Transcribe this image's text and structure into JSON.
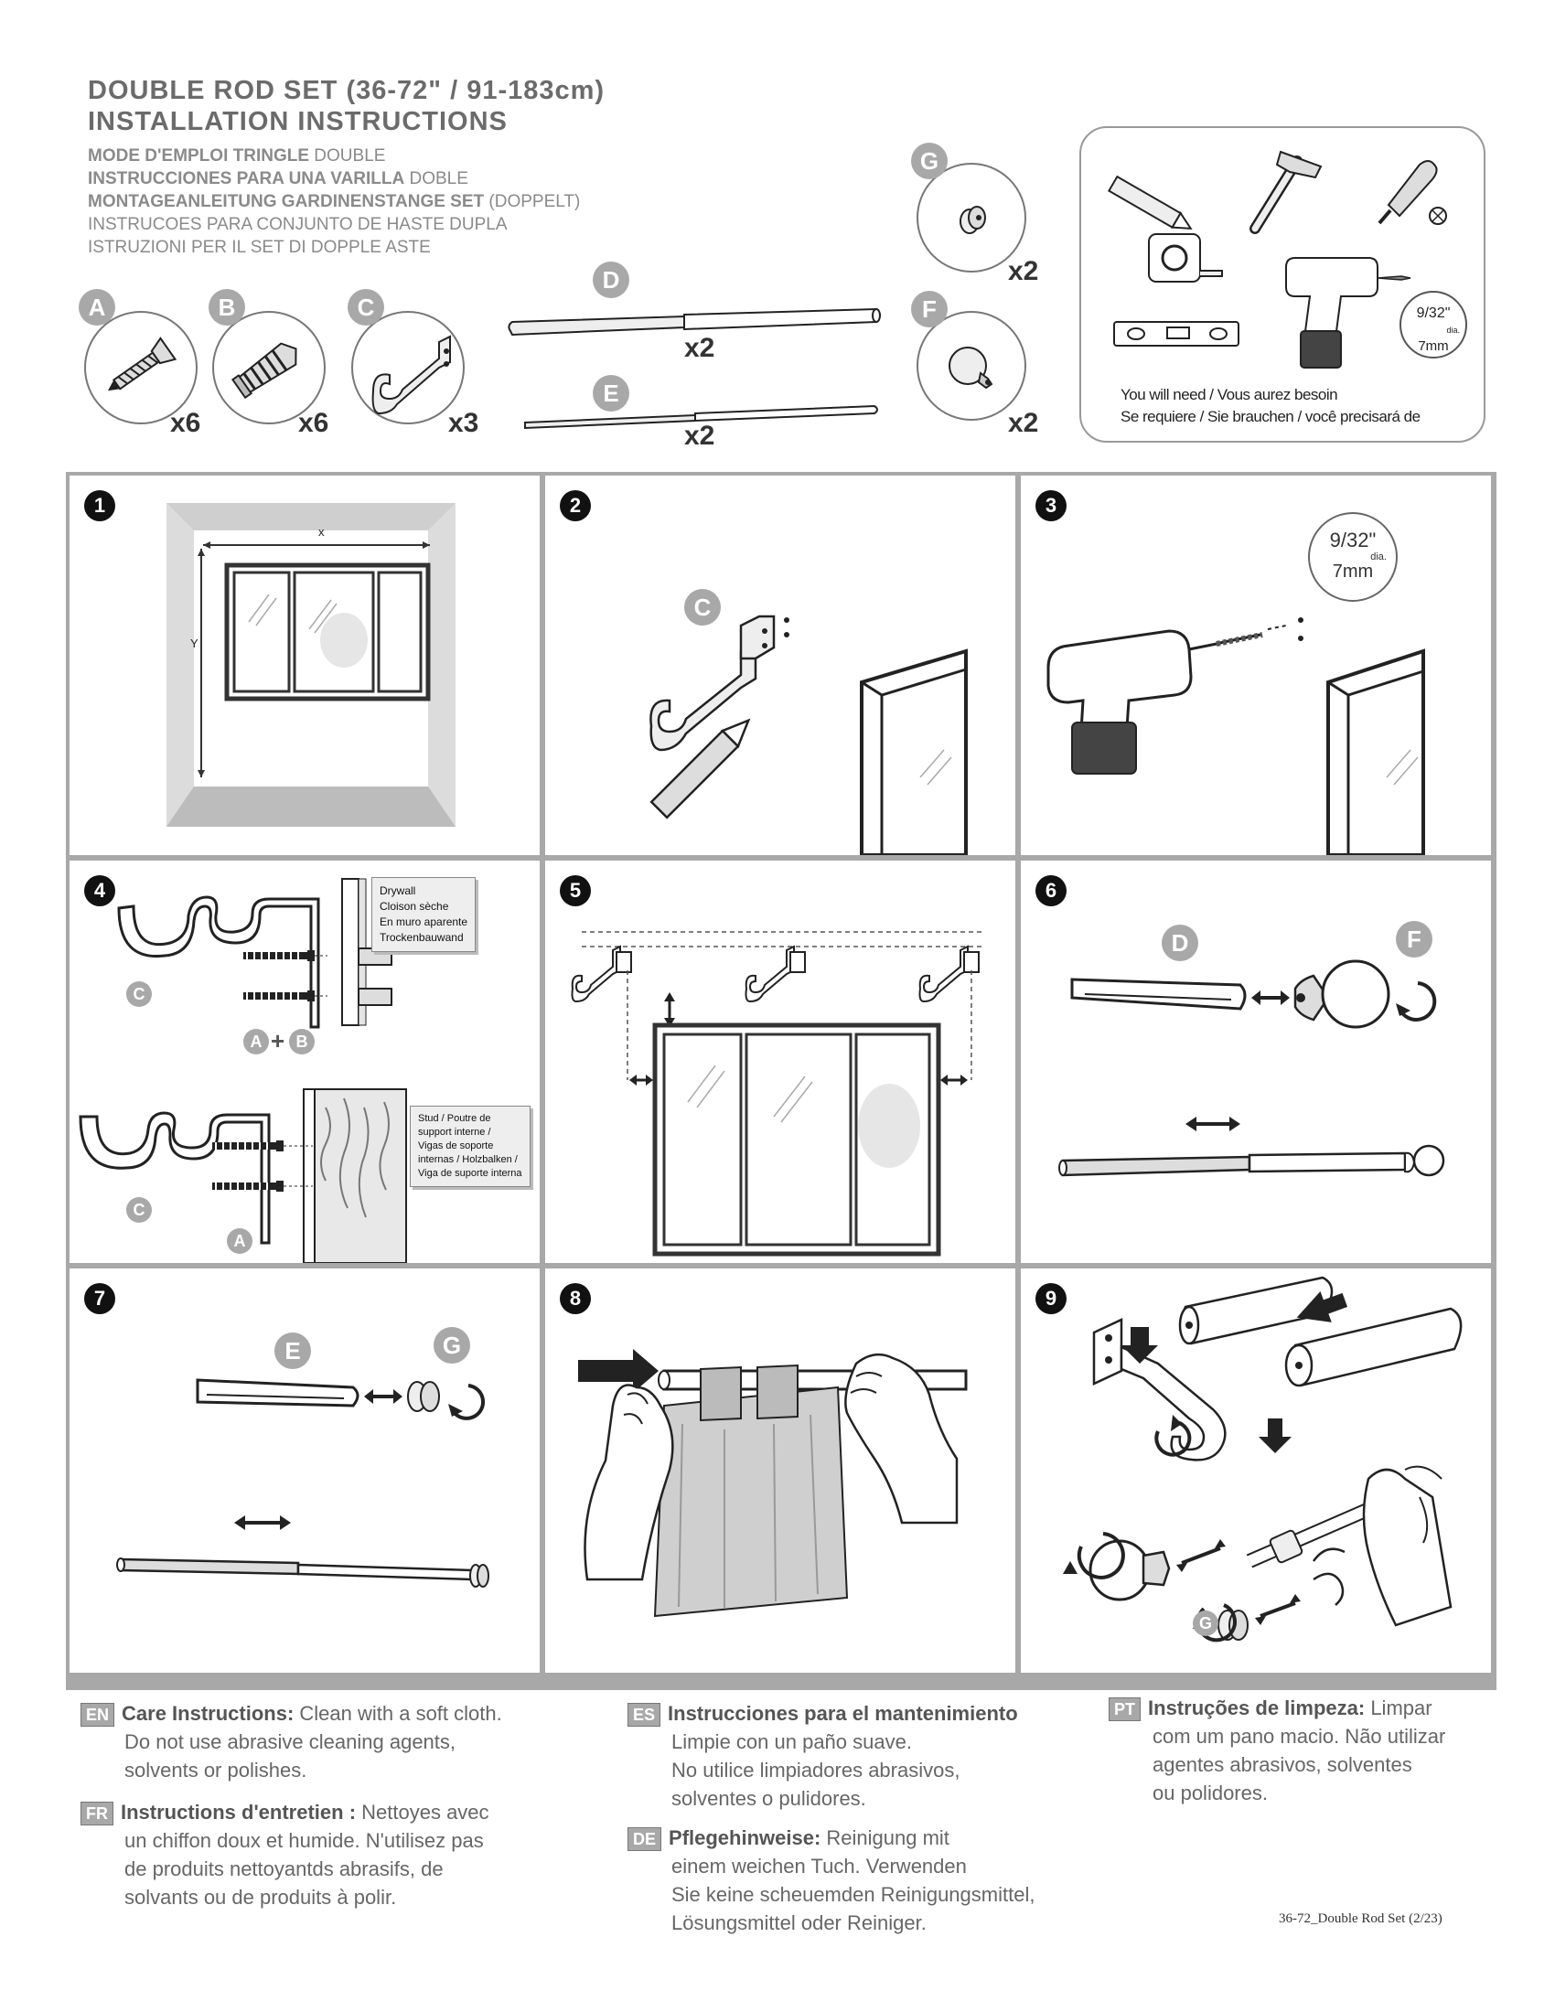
{
  "header": {
    "title_line1": "DOUBLE ROD SET (36-72\" / 91-183cm)",
    "title_line2": "INSTALLATION INSTRUCTIONS",
    "subtitles": [
      {
        "bold": "MODE D'EMPLOI TRINGLE",
        "rest": " DOUBLE"
      },
      {
        "bold": "INSTRUCCIONES PARA UNA VARILLA",
        "rest": " DOBLE"
      },
      {
        "bold": "MONTAGEANLEITUNG GARDINENSTANGE SET",
        "rest": " (DOPPELT)"
      },
      {
        "bold": "",
        "rest": "INSTRUCOES PARA CONJUNTO DE HASTE DUPLA"
      },
      {
        "bold": "",
        "rest": "ISTRUZIONI PER IL SET DI DOPPLE ASTE"
      }
    ]
  },
  "parts": {
    "A": {
      "letter": "A",
      "qty": "x6"
    },
    "B": {
      "letter": "B",
      "qty": "x6"
    },
    "C": {
      "letter": "C",
      "qty": "x3"
    },
    "D": {
      "letter": "D",
      "qty": "x2"
    },
    "E": {
      "letter": "E",
      "qty": "x2"
    },
    "G": {
      "letter": "G",
      "qty": "x2"
    },
    "F": {
      "letter": "F",
      "qty": "x2"
    }
  },
  "tools": {
    "caption_line1": "You will need / Vous aurez besoin",
    "caption_line2": "Se requiere / Sie brauchen / você precisará de",
    "drill_size_frac": "9/32\"",
    "drill_size_dia": "dia.",
    "drill_size_mm": "7mm"
  },
  "steps": {
    "s1": {
      "num": "1",
      "x_label": "x",
      "y_label": "Y"
    },
    "s2": {
      "num": "2",
      "part": "C"
    },
    "s3": {
      "num": "3",
      "frac": "9/32\"",
      "dia": "dia.",
      "mm": "7mm"
    },
    "s4": {
      "num": "4",
      "drywall_lines": [
        "Drywall",
        "Cloison sèche",
        "En muro aparente",
        "Trockenbauwand"
      ],
      "stud_lines": [
        "Stud / Poutre de",
        "support interne /",
        "Vigas de soporte",
        "internas / Holzbalken /",
        "Viga de suporte interna"
      ],
      "label_c": "C",
      "label_a": "A",
      "label_b": "B",
      "plus": "+"
    },
    "s5": {
      "num": "5"
    },
    "s6": {
      "num": "6",
      "label_d": "D",
      "label_f": "F"
    },
    "s7": {
      "num": "7",
      "label_e": "E",
      "label_g": "G"
    },
    "s8": {
      "num": "8"
    },
    "s9": {
      "num": "9",
      "label_g": "G"
    }
  },
  "care": {
    "en": {
      "code": "EN",
      "heading": "Care Instructions:",
      "text1": " Clean with a soft cloth.",
      "text2": "Do not use abrasive cleaning agents,",
      "text3": "solvents or polishes."
    },
    "fr": {
      "code": "FR",
      "heading": "Instructions d'entretien :",
      "text1": " Nettoyes avec",
      "text2": "un chiffon doux et humide. N'utilisez pas",
      "text3": "de produits nettoyantds abrasifs, de",
      "text4": "solvants ou de produits à polir."
    },
    "es": {
      "code": "ES",
      "heading": "Instrucciones para el mantenimiento",
      "text1": "Limpie con un paño suave.",
      "text2": "No utilice limpiadores abrasivos,",
      "text3": "solventes o pulidores."
    },
    "de": {
      "code": "DE",
      "heading": "Pflegehinweise:",
      "text1": " Reinigung mit",
      "text2": "einem weichen Tuch. Verwenden",
      "text3": "Sie keine scheuemden Reinigungsmittel,",
      "text4": "Lösungsmittel oder Reiniger."
    },
    "pt": {
      "code": "PT",
      "heading": "Instruções de limpeza:",
      "text1": " Limpar",
      "text2": "com um pano macio. Não utilizar",
      "text3": "agentes abrasivos, solventes",
      "text4": "ou polidores."
    }
  },
  "footer": {
    "code": "36-72_Double Rod Set (2/23)"
  }
}
